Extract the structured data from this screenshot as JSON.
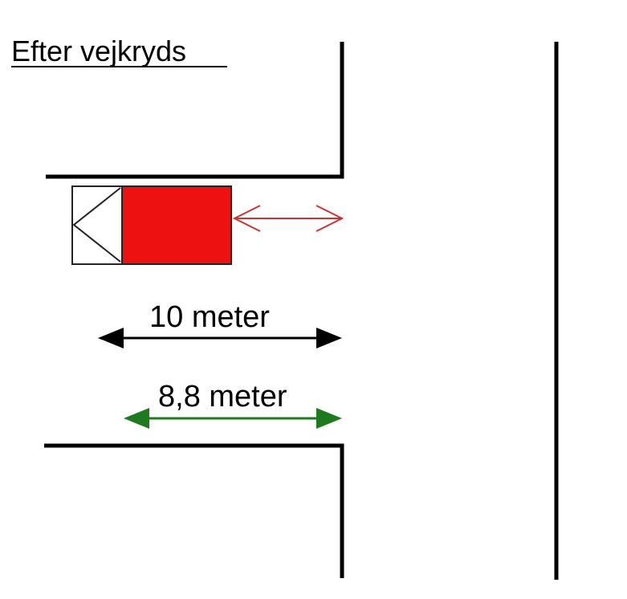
{
  "title": "Efter vejkryds",
  "measurements": [
    {
      "label": "10 meter",
      "color": "#000000"
    },
    {
      "label": "8,8 meter",
      "color": "#1e7a1e"
    }
  ],
  "colors": {
    "road": "#000000",
    "vehicle_body": "#ee1111",
    "vehicle_outline": "#222222",
    "vehicle_arrow": "#cc3333",
    "background": "#ffffff"
  }
}
